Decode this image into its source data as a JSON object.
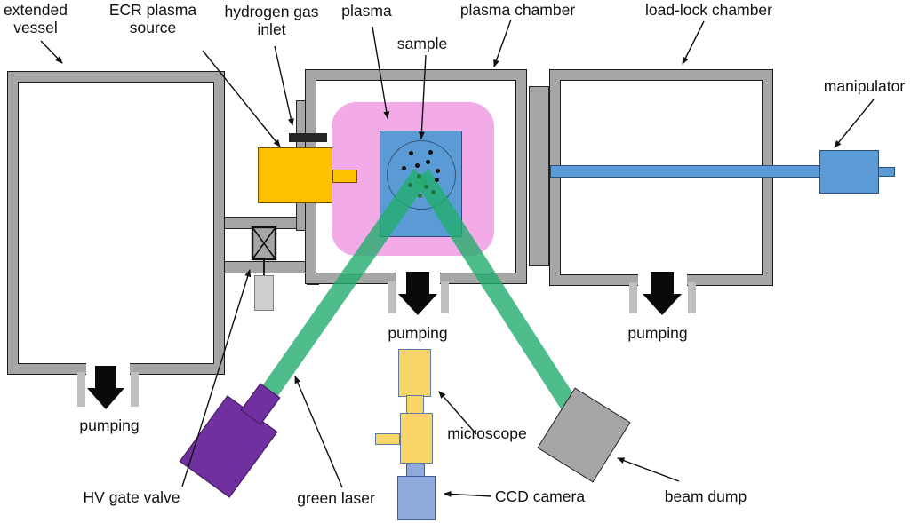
{
  "diagram_type": "vacuum-plasma experimental setup schematic",
  "labels": {
    "extended_vessel": "extended vessel",
    "ecr_plasma_source": "ECR plasma source",
    "hydrogen_gas_inlet": "hydrogen gas inlet",
    "plasma": "plasma",
    "sample": "sample",
    "plasma_chamber": "plasma chamber",
    "load_lock_chamber": "load-lock chamber",
    "manipulator": "manipulator",
    "pumping_vessel": "pumping",
    "pumping_plasma_chamber": "pumping",
    "pumping_load_lock": "pumping",
    "hv_gate_valve": "HV gate valve",
    "green_laser": "green laser",
    "microscope": "microscope",
    "ccd_camera": "CCD camera",
    "beam_dump": "beam dump"
  },
  "colors": {
    "chamber_wall": "#A6A6A6",
    "outline": "#1A1A1A",
    "pump_stub": "#BFBFBF",
    "plasma_pink": "#F2ABE6",
    "sample_blue": "#5B9BD5",
    "manipulator_blue": "#5B9BD5",
    "ecr_orange": "#FFC000",
    "gas_flange_dark": "#262626",
    "valve_body": "#A6A6A6",
    "valve_actuator": "#CFCFCF",
    "laser_purple": "#7030A0",
    "laser_beam_green": "#22AD6E",
    "microscope_yellow": "#F8D568",
    "ccd_blue": "#8FAADC",
    "beam_dump_gray": "#A6A6A6",
    "pump_arrow_black": "#0A0A0A",
    "particle_black": "#111111",
    "particle_in_beam_green": "#20773F"
  }
}
